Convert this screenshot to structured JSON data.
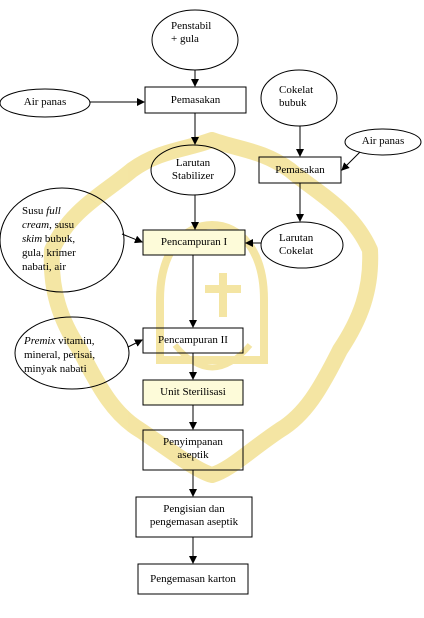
{
  "nodes": {
    "penstabil_gula": {
      "line1": "Penstabil",
      "line2": "+ gula"
    },
    "air_panas_left": "Air panas",
    "pemasakan_main": "Pemasakan",
    "cokelat_bubuk": {
      "line1": "Cokelat",
      "line2": "bubuk"
    },
    "air_panas_right": "Air panas",
    "larutan_stabilizer": {
      "line1": "Larutan",
      "line2": "Stabilizer"
    },
    "pemasakan_cokelat": "Pemasakan",
    "susu_input": {
      "p1": "Susu ",
      "p1_it": "full",
      "p2_it": "cream",
      "p2": ", susu",
      "p3_it": "skim",
      "p3": " bubuk,",
      "p4": "gula, krimer",
      "p5": "nabati, air"
    },
    "pencampuran_1": "Pencampuran I",
    "larutan_cokelat": {
      "line1": "Larutan",
      "line2": "Cokelat"
    },
    "pencampuran_2": "Pencampuran II",
    "premix_input": {
      "p1_it": "Premix",
      "p1": " vitamin,",
      "p2": "mineral, perisai,",
      "p3": "minyak nabati"
    },
    "unit_sterilisasi": "Unit Sterilisasi",
    "penyimpanan": {
      "line1": "Penyimpanan",
      "line2": "aseptik"
    },
    "pengisian": {
      "line1": "Pengisian dan",
      "line2": "pengemasan aseptik"
    },
    "pengemasan_karton": "Pengemasan karton"
  },
  "colors": {
    "highlight": "#fdfbd9",
    "watermark": "#f3e39a",
    "stroke": "#000000"
  }
}
